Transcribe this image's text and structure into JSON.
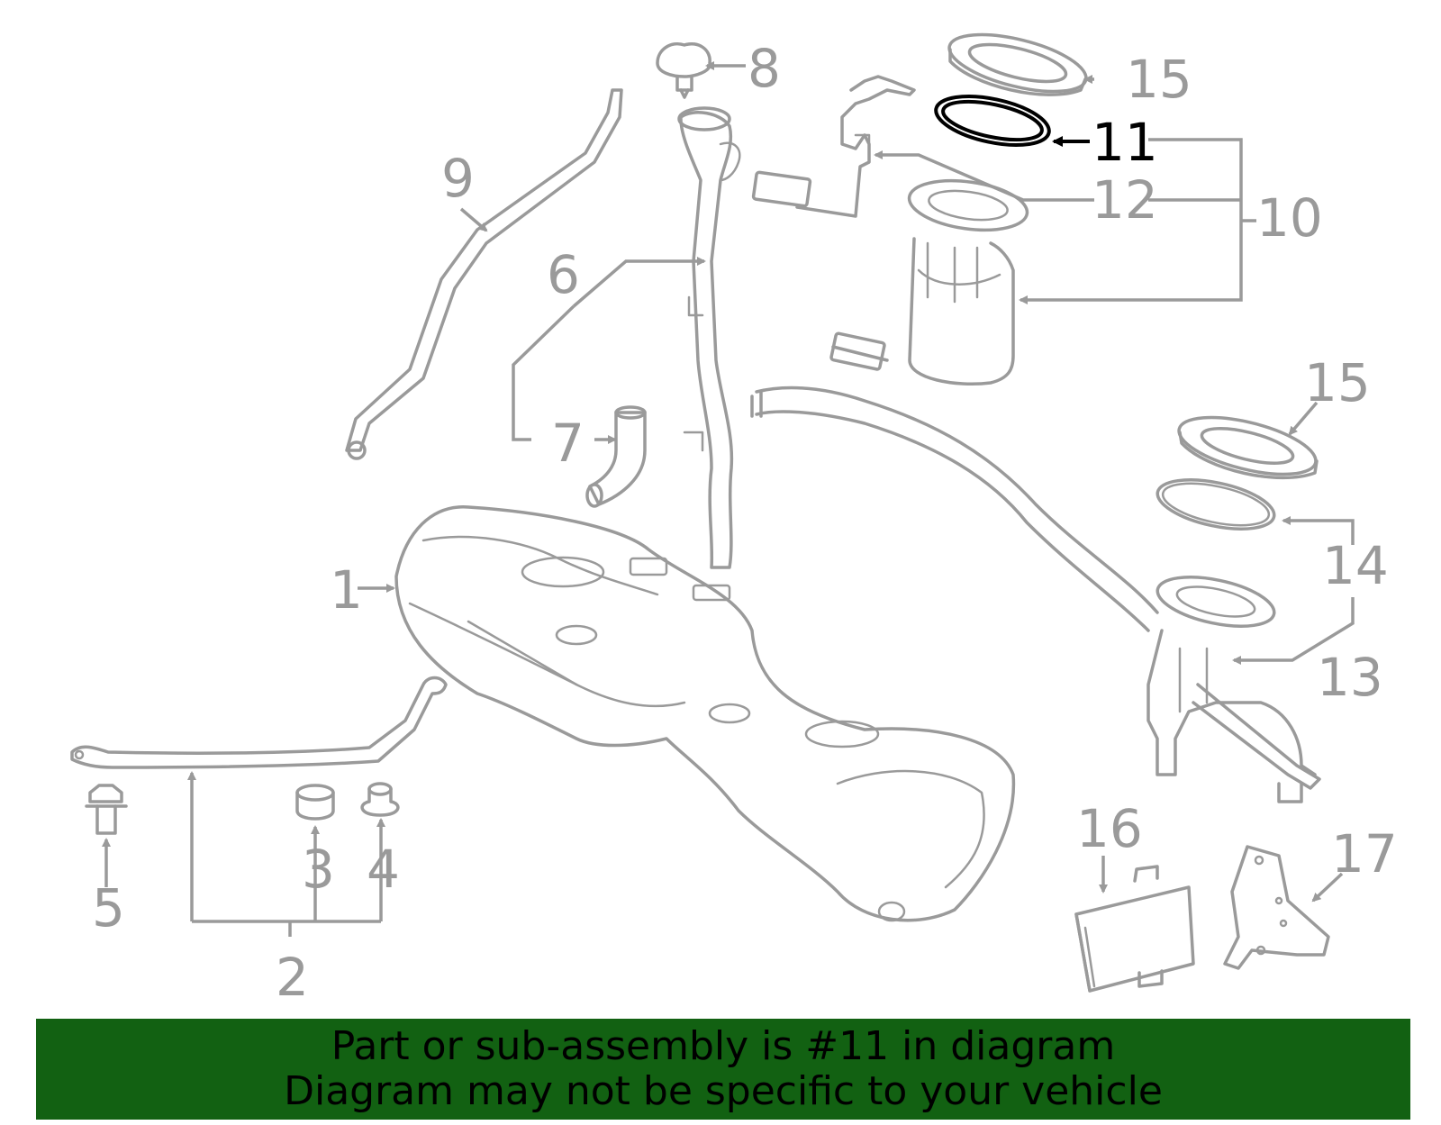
{
  "diagram": {
    "highlighted_part": "11",
    "callouts": {
      "c1": "1",
      "c2": "2",
      "c3": "3",
      "c4": "4",
      "c5": "5",
      "c6": "6",
      "c7": "7",
      "c8": "8",
      "c9": "9",
      "c10": "10",
      "c11": "11",
      "c12": "12",
      "c13": "13",
      "c14": "14",
      "c15a": "15",
      "c15b": "15",
      "c16": "16",
      "c17": "17"
    },
    "colors": {
      "part_line": "#9a9a9a",
      "highlight": "#000000",
      "banner": "#126112"
    }
  },
  "banner": {
    "line1": "Part or sub-assembly is #11 in diagram",
    "line2": "Diagram may not be specific to your vehicle"
  }
}
